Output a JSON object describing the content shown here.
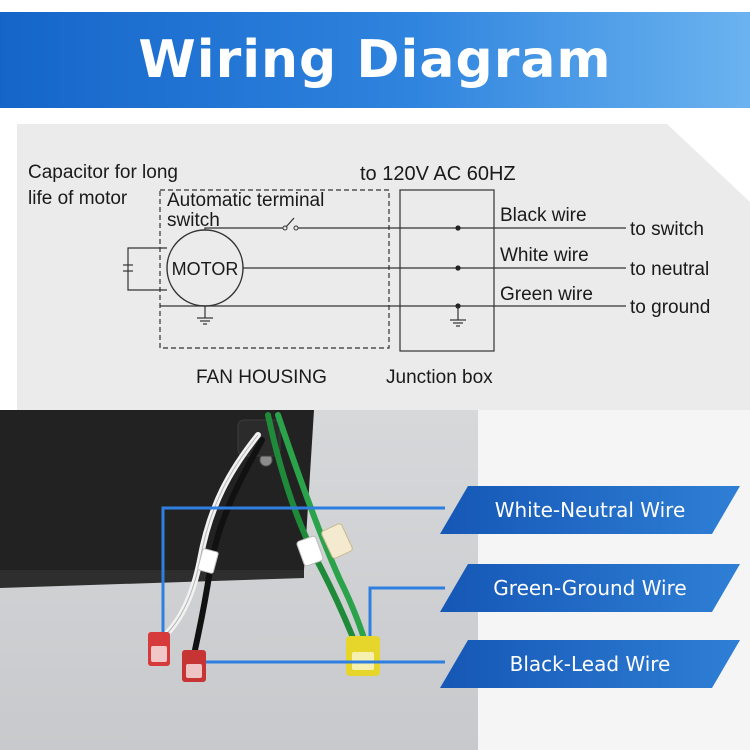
{
  "header": {
    "title": "Wiring Diagram"
  },
  "schematic": {
    "capacitor_label_line1": "Capacitor for long",
    "capacitor_label_line2": "life of motor",
    "switch_label_line1": "Automatic terminal",
    "switch_label_line2": "switch",
    "motor_label": "MOTOR",
    "supply_label": "to 120V AC 60HZ",
    "fan_housing_label": "FAN HOUSING",
    "junction_box_label": "Junction box",
    "wires": [
      {
        "name": "Black wire",
        "destination": "to switch"
      },
      {
        "name": "White wire",
        "destination": "to neutral"
      },
      {
        "name": "Green wire",
        "destination": "to ground"
      }
    ]
  },
  "photo": {
    "callouts": [
      {
        "label": "White-Neutral Wire"
      },
      {
        "label": "Green-Ground Wire"
      },
      {
        "label": "Black-Lead Wire"
      }
    ],
    "colors": {
      "callout": "#1f6fcf",
      "leader_line": "#2f7fe0"
    }
  }
}
